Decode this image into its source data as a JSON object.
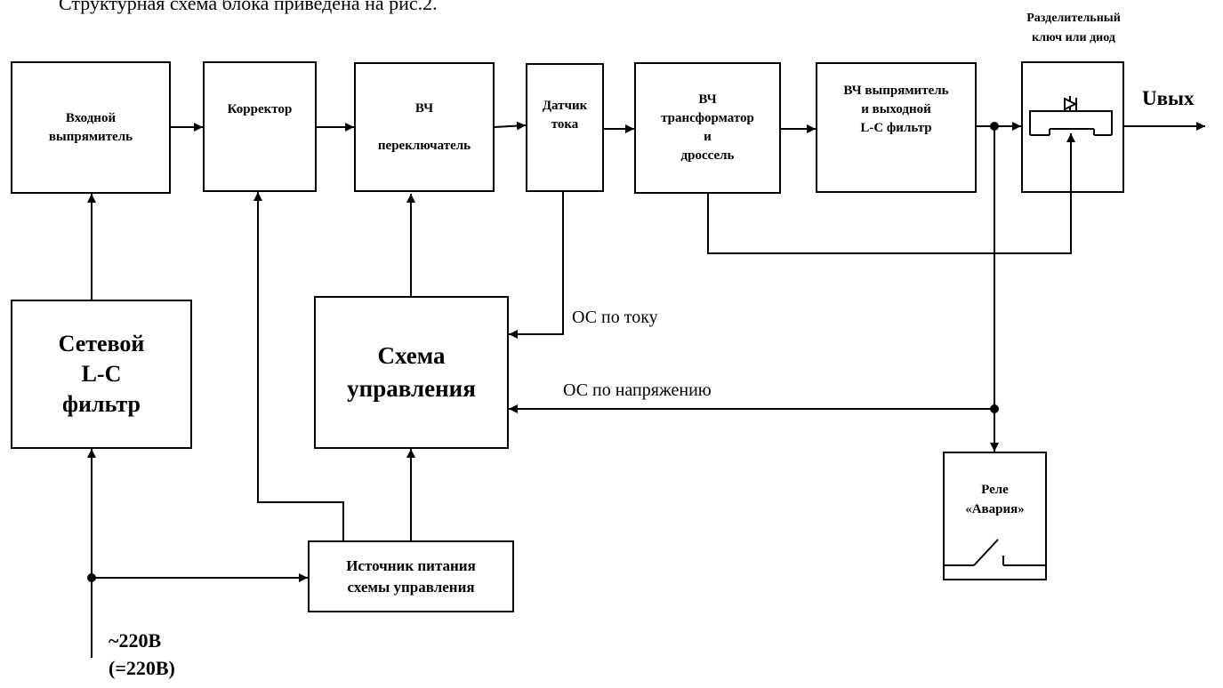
{
  "caption": "Структурная схема блока приведена на рис.2.",
  "blocks": {
    "input_rectifier": [
      "Входной",
      "выпрямитель"
    ],
    "corrector": [
      "Корректор"
    ],
    "hf_switch": [
      "ВЧ",
      "",
      "переключатель"
    ],
    "current_sensor": [
      "Датчик",
      "тока"
    ],
    "hf_transformer": [
      "ВЧ",
      "трансформатор",
      "и",
      "дроссель"
    ],
    "hf_rectifier": [
      "ВЧ выпрямитель",
      "и выходной",
      "L-C фильтр"
    ],
    "mains_filter": [
      "Сетевой",
      "L-C",
      "фильтр"
    ],
    "control_circuit": [
      "Схема",
      "управления"
    ],
    "power_supply": [
      "Источник питания",
      "схемы управления"
    ],
    "relay": [
      "Реле",
      "«Авария»"
    ]
  },
  "labels": {
    "switch_title_1": "Разделительный",
    "switch_title_2": "ключ или диод",
    "output": "Uвых",
    "current_feedback": "ОС по току",
    "voltage_feedback": "ОС по напряжению",
    "input_ac": "~220В",
    "input_dc": "(=220В)"
  }
}
